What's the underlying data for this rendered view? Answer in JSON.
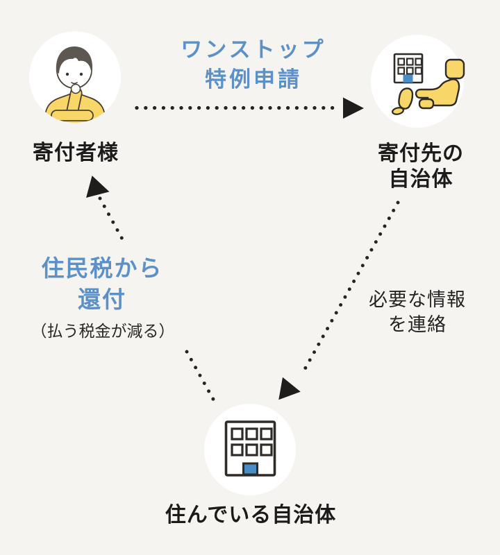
{
  "diagram": {
    "background_color": "#f6f4f1",
    "accent_blue": "#5b90c8",
    "icon_yellow": "#f8d667",
    "door_blue": "#4a8cc4",
    "line_color": "#262321",
    "nodes": {
      "donor": {
        "label": "寄付者様",
        "icon": "person-thinking-icon"
      },
      "recipient_municipality": {
        "label_line1": "寄付先の",
        "label_line2": "自治体",
        "icon": "building-and-japan-map-icon"
      },
      "home_municipality": {
        "label": "住んでいる自治体",
        "icon": "office-building-icon"
      }
    },
    "edges": {
      "onestop_application": {
        "label_line1": "ワンストップ",
        "label_line2": "特例申請",
        "from": "donor",
        "to": "recipient_municipality"
      },
      "info_notification": {
        "label_line1": "必要な情報",
        "label_line2": "を連絡",
        "from": "recipient_municipality",
        "to": "home_municipality"
      },
      "tax_refund": {
        "label_line1": "住民税から",
        "label_line2": "還付",
        "note": "（払う税金が減る）",
        "from": "home_municipality",
        "to": "donor"
      }
    }
  }
}
